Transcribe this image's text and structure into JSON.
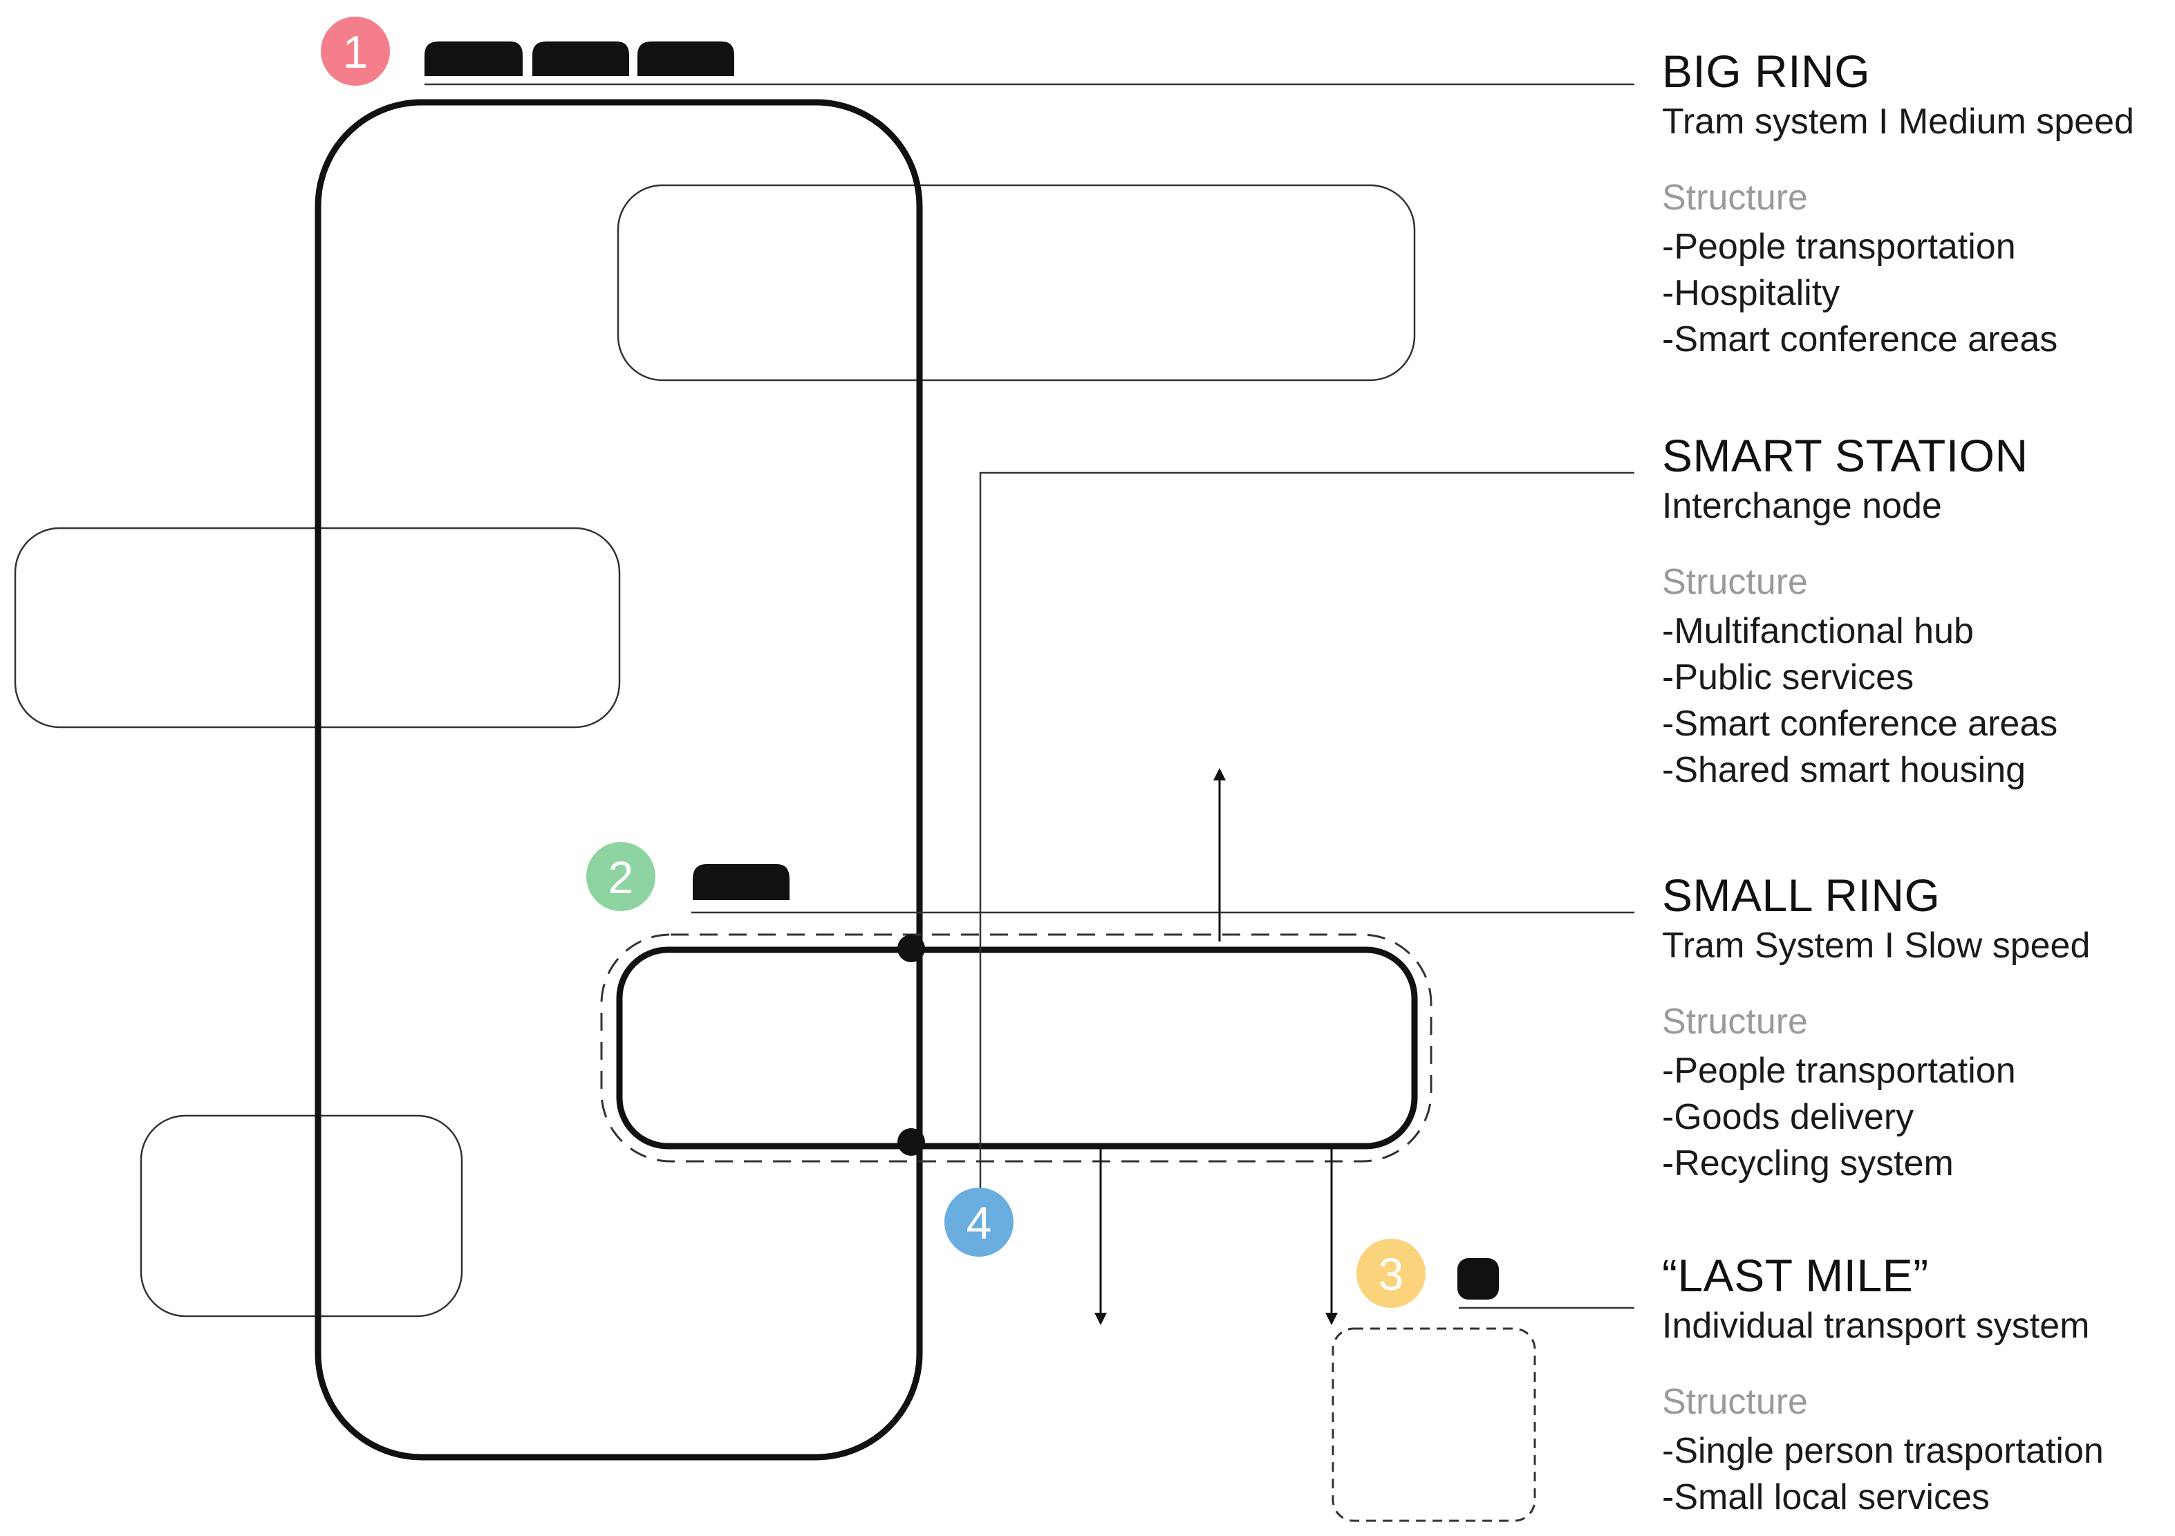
{
  "badges": [
    {
      "number": "1",
      "color": "#f47f8a"
    },
    {
      "number": "2",
      "color": "#8ed4a0"
    },
    {
      "number": "3",
      "color": "#fbd37c"
    },
    {
      "number": "4",
      "color": "#6aaee0"
    }
  ],
  "legend": [
    {
      "title": "BIG RING",
      "subtitle": "Tram system I Medium speed",
      "structure_label": "Structure",
      "items": [
        "-People transportation",
        "-Hospitality",
        "-Smart conference areas"
      ]
    },
    {
      "title": "SMART STATION",
      "subtitle": "Interchange node",
      "structure_label": "Structure",
      "items": [
        "-Multifanctional hub",
        "-Public services",
        "-Smart conference areas",
        "-Shared smart housing"
      ]
    },
    {
      "title": "SMALL RING",
      "subtitle": "Tram System I Slow speed",
      "structure_label": "Structure",
      "items": [
        "-People transportation",
        "-Goods delivery",
        "-Recycling system"
      ]
    },
    {
      "title": "“LAST MILE”",
      "subtitle": "Individual transport system",
      "structure_label": "Structure",
      "items": [
        "-Single person trasportation",
        "-Small local services"
      ]
    }
  ],
  "colors": {
    "line": "#111111",
    "thin_line": "#333333",
    "structure_text": "#9a9a9a"
  }
}
